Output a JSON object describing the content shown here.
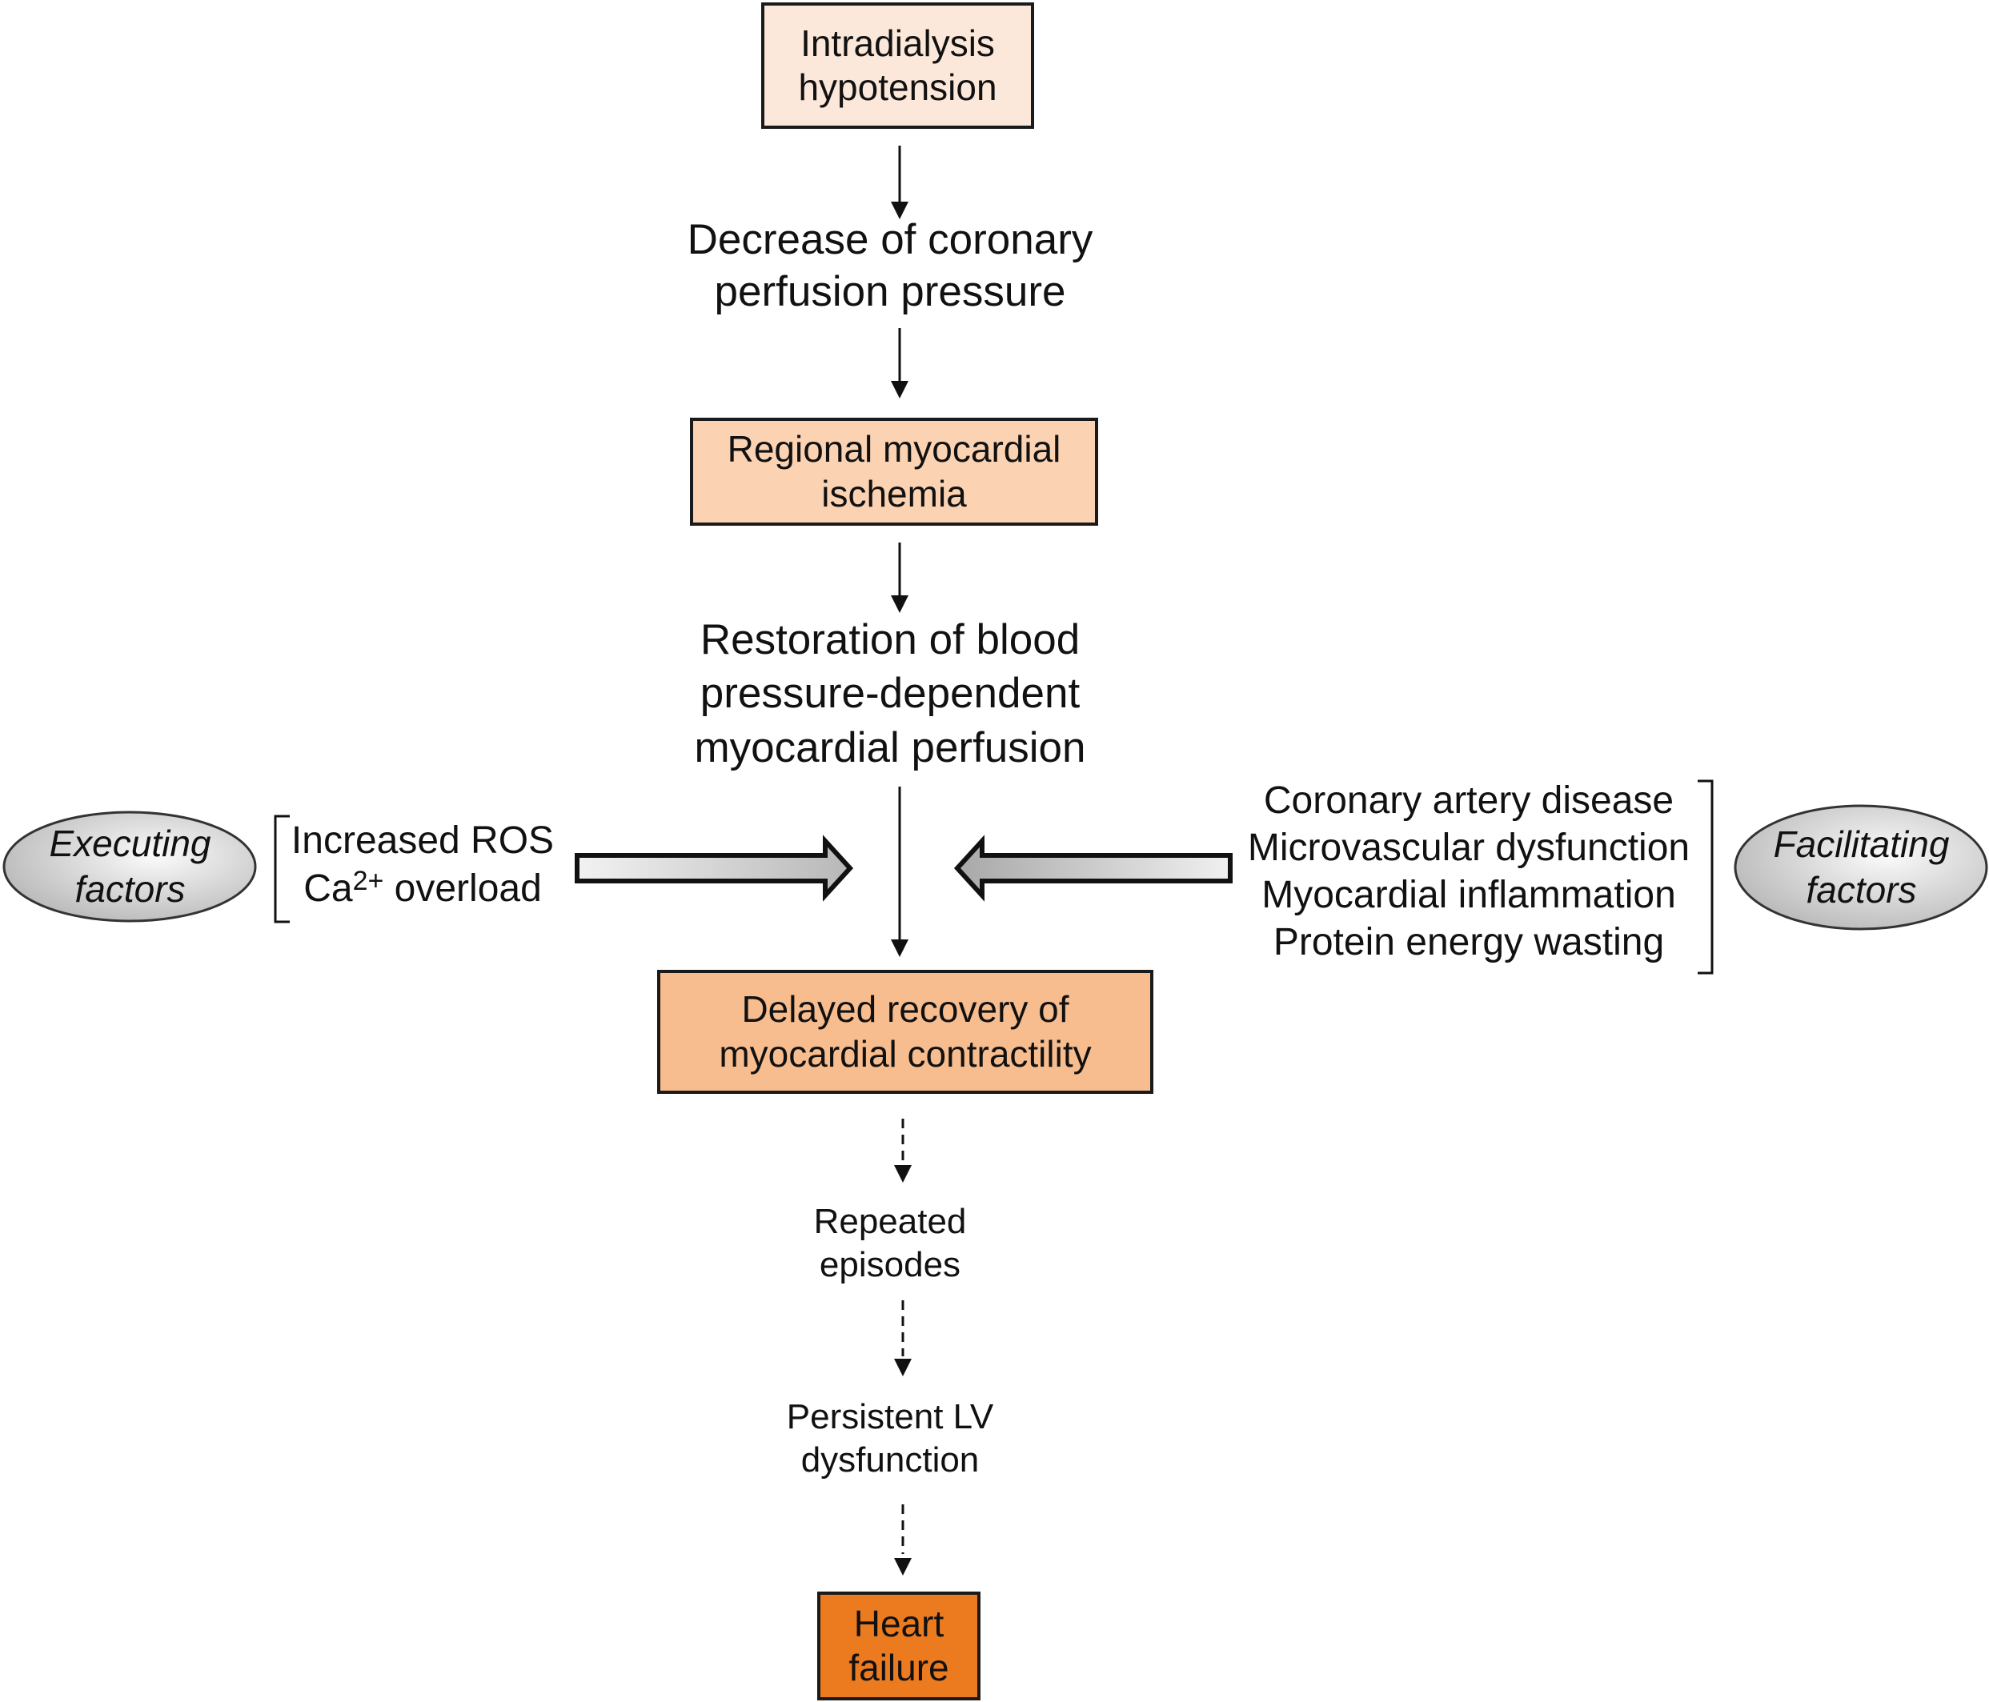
{
  "diagram": {
    "nodes": {
      "intradialysis": {
        "lines": [
          "Intradialysis",
          "hypotension"
        ],
        "fill": "#fce8da"
      },
      "decrease": {
        "lines": [
          "Decrease of coronary",
          "perfusion pressure"
        ]
      },
      "ischemia": {
        "lines": [
          "Regional myocardial",
          "ischemia"
        ],
        "fill": "#fbd3b3"
      },
      "restoration": {
        "lines": [
          "Restoration of blood",
          "pressure-dependent",
          "myocardial perfusion"
        ]
      },
      "delayed": {
        "lines": [
          "Delayed recovery of",
          "myocardial contractility"
        ],
        "fill": "#f8bd8f"
      },
      "repeated": {
        "lines": [
          "Repeated",
          "episodes"
        ]
      },
      "persistent": {
        "lines": [
          "Persistent LV",
          "dysfunction"
        ]
      },
      "heart_failure": {
        "lines": [
          "Heart",
          "failure"
        ],
        "fill": "#ec7a1f"
      }
    },
    "executing": {
      "label_lines": [
        "Executing",
        "factors"
      ],
      "items": [
        "Increased ROS",
        "Ca",
        "2+",
        " overload"
      ]
    },
    "facilitating": {
      "label_lines": [
        "Facilitating",
        "factors"
      ],
      "items": [
        "Coronary artery disease",
        "Microvascular dysfunction",
        "Myocardial inflammation",
        "Protein energy wasting"
      ]
    },
    "edges": [
      {
        "from": "intradialysis",
        "to": "decrease",
        "style": "solid"
      },
      {
        "from": "decrease",
        "to": "ischemia",
        "style": "solid"
      },
      {
        "from": "ischemia",
        "to": "restoration",
        "style": "solid"
      },
      {
        "from": "restoration",
        "to": "delayed",
        "style": "solid"
      },
      {
        "from": "executing",
        "to": "restoration-delayed-edge",
        "style": "block-arrow"
      },
      {
        "from": "facilitating",
        "to": "restoration-delayed-edge",
        "style": "block-arrow"
      },
      {
        "from": "delayed",
        "to": "repeated",
        "style": "dashed"
      },
      {
        "from": "repeated",
        "to": "persistent",
        "style": "dashed"
      },
      {
        "from": "persistent",
        "to": "heart_failure",
        "style": "dashed"
      }
    ]
  }
}
